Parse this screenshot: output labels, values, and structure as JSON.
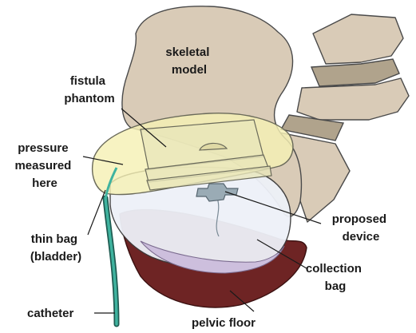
{
  "labels": {
    "skeletal_model": [
      "skeletal",
      "model"
    ],
    "fistula_phantom": [
      "fistula",
      "phantom"
    ],
    "pressure_measured_here": [
      "pressure",
      "measured",
      "here"
    ],
    "thin_bag_bladder": [
      "thin bag",
      "(bladder)"
    ],
    "catheter": "catheter",
    "proposed_device": [
      "proposed",
      "device"
    ],
    "collection_bag": [
      "collection",
      "bag"
    ],
    "pelvic_floor": "pelvic floor"
  },
  "colors": {
    "bone": "#d9cbb7",
    "disc": "#b0a38c",
    "phantom": "#f3efb4",
    "bladder": "#eef1f8",
    "pelvic_floor": "#6e2424",
    "catheter": "#2f8f7f",
    "device": "#9aabb5"
  }
}
